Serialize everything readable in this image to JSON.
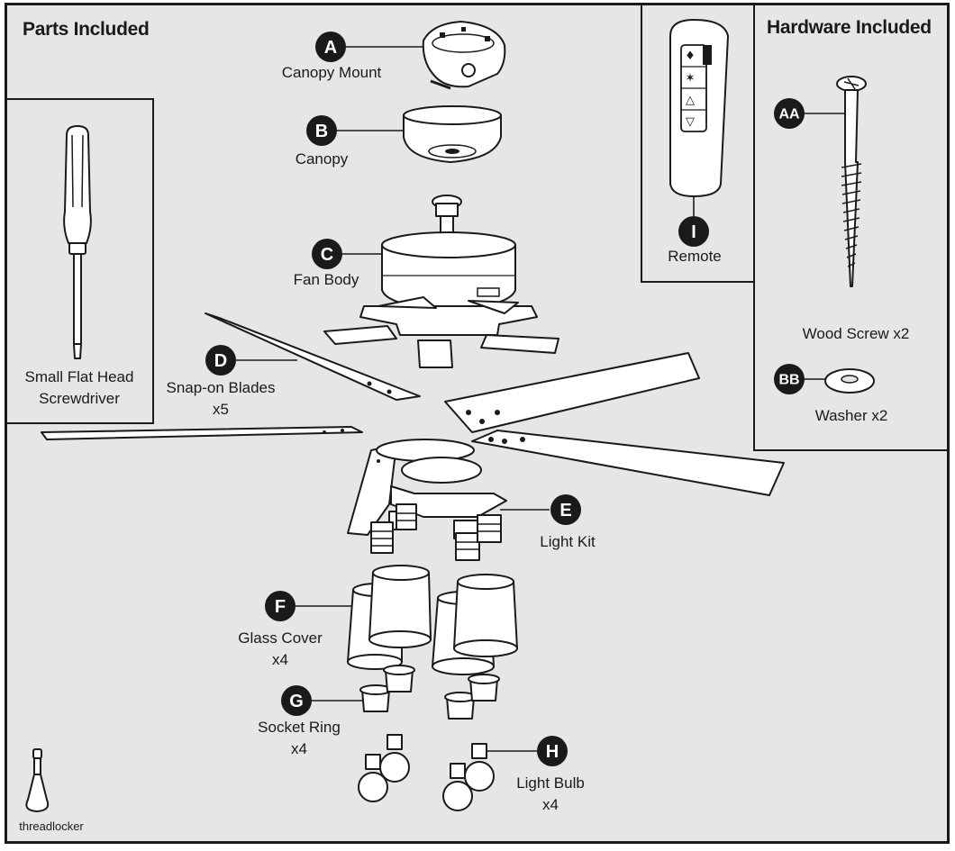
{
  "sections": {
    "parts_title": "Parts Included",
    "hardware_title": "Hardware Included"
  },
  "parts": {
    "A": {
      "letter": "A",
      "label": "Canopy Mount"
    },
    "B": {
      "letter": "B",
      "label": "Canopy"
    },
    "C": {
      "letter": "C",
      "label": "Fan Body"
    },
    "D": {
      "letter": "D",
      "label": "Snap-on Blades",
      "qty": "x5"
    },
    "E": {
      "letter": "E",
      "label": "Light Kit"
    },
    "F": {
      "letter": "F",
      "label": "Glass Cover",
      "qty": "x4"
    },
    "G": {
      "letter": "G",
      "label": "Socket Ring",
      "qty": "x4"
    },
    "H": {
      "letter": "H",
      "label": "Light Bulb",
      "qty": "x4"
    },
    "I": {
      "letter": "I",
      "label": "Remote"
    }
  },
  "tools": {
    "screwdriver_line1": "Small Flat Head",
    "screwdriver_line2": "Screwdriver",
    "threadlocker": "threadlocker"
  },
  "hardware": {
    "AA": {
      "letter": "AA",
      "label": "Wood Screw x2"
    },
    "BB": {
      "letter": "BB",
      "label": "Washer x2"
    }
  },
  "colors": {
    "sheet_background": "#e6e6e6",
    "ink": "#1a1a1a",
    "part_fill": "#ffffff"
  }
}
